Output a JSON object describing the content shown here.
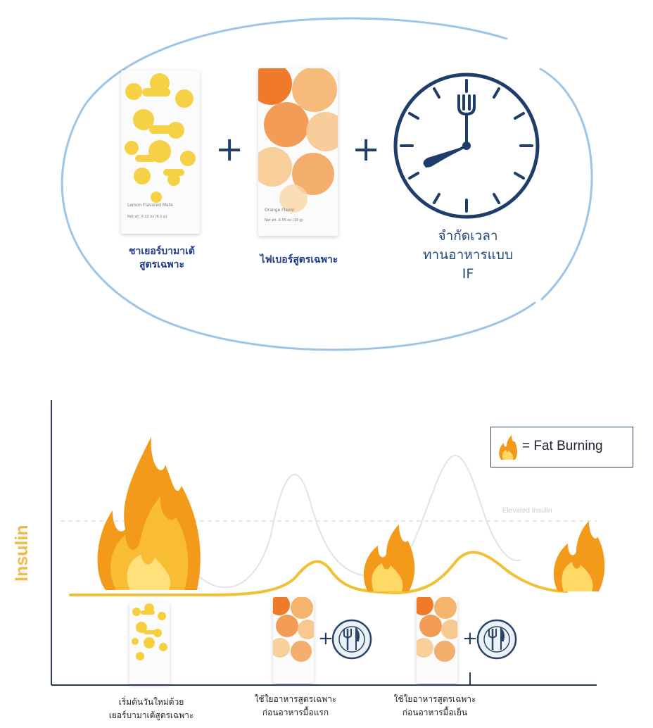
{
  "top_section": {
    "products": [
      {
        "label": "ชาเยอร์บามาเต้\nสูตรเฉพาะ",
        "packet_text": "Lemon Flavored Mate",
        "packet_net": "Net wt. 0.22 oz (6.1 g)"
      },
      {
        "label": "ไฟเบอร์สูตรเฉพาะ",
        "packet_text": "Orange Flavor",
        "packet_net": "Net wt. 0.35 oz (10 g)"
      }
    ],
    "plus_signs": [
      "+",
      "+"
    ],
    "clock_label_lines": [
      "จำกัดเวลา",
      "ทานอาหารแบบ",
      "IF"
    ],
    "colors": {
      "navy": "#1f3d6a",
      "oval": "#9ec4e6"
    }
  },
  "chart": {
    "y_axis_label": "Insulin",
    "threshold_label": "Elevated Insulin",
    "legend": {
      "icon": "flame-icon",
      "text": "= Fat Burning"
    },
    "plus_signs": [
      "+",
      "+"
    ],
    "captions": [
      {
        "line1": "เริ่มต้นวันใหม่ด้วย",
        "line2": "เยอร์บามาเต้สูตรเฉพาะ"
      },
      {
        "line1": "ใช้ใยอาหารสูตรเฉพาะ",
        "line2": "ก่อนอาหารมื้อแรก"
      },
      {
        "line1": "ใช้ใยอาหารสูตรเฉพาะ",
        "line2": "ก่อนอาหารมื้อเย็น"
      }
    ],
    "colors": {
      "curve": "#f0c035",
      "ghost_curve": "#e6e0ea",
      "axis": "#2a3a55",
      "threshold": "#dcdfe6",
      "flame_outer": "#f39a1a",
      "flame_inner": "#ffe07a"
    }
  }
}
